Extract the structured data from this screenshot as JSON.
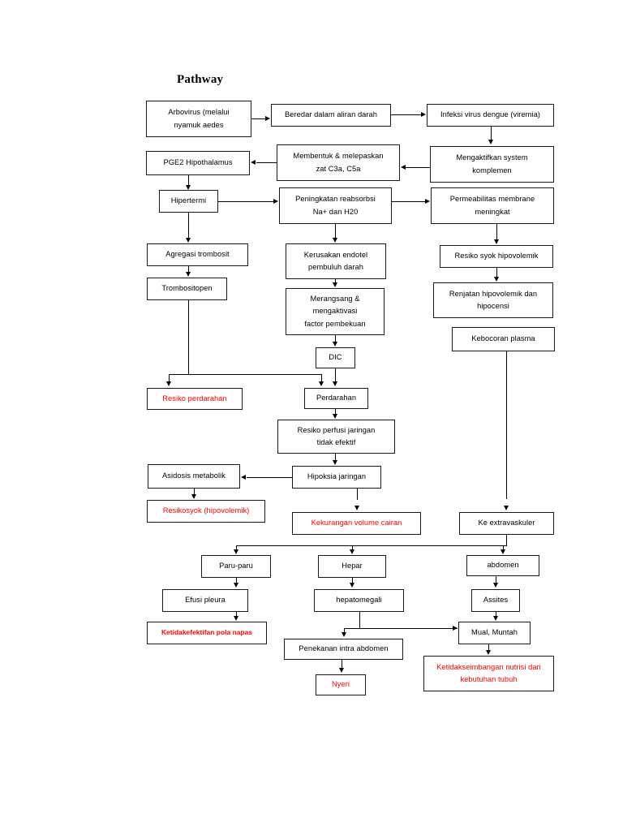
{
  "title": "Pathway",
  "colors": {
    "text": "#000000",
    "accent_red": "#FF0000",
    "border": "#1a1a1a",
    "background": "#ffffff"
  },
  "diagram": {
    "type": "flowchart",
    "orientation": "top-down",
    "nodes": [
      {
        "id": "arbovirus",
        "label": "Arbovirus (melalui\nnyamuk aedes",
        "color": "black"
      },
      {
        "id": "beredar",
        "label": "Beredar dalam aliran darah",
        "color": "black"
      },
      {
        "id": "infeksi",
        "label": "Infeksi virus dengue (viremia)",
        "color": "black"
      },
      {
        "id": "mengaktifkan",
        "label": "Mengaktifkan system\nkomplemen",
        "color": "black"
      },
      {
        "id": "membentuk",
        "label": "Membentuk & melepaskan\nzat C3a, C5a",
        "color": "black"
      },
      {
        "id": "pge2",
        "label": "PGE2 Hipothalamus",
        "color": "black"
      },
      {
        "id": "hipertermi",
        "label": "Hipertermi",
        "color": "black"
      },
      {
        "id": "peningkatan",
        "label": "Peningkatan reabsorbsi\nNa+ dan H20",
        "color": "black"
      },
      {
        "id": "permeabilitas",
        "label": "Permeabilitas membrane\nmeningkat",
        "color": "black"
      },
      {
        "id": "agregasi",
        "label": "Agregasi trombosit",
        "color": "black"
      },
      {
        "id": "kerusakan",
        "label": "Kerusakan endotel\npembuluh darah",
        "color": "black"
      },
      {
        "id": "resiko_syok",
        "label": "Resiko syok hipovolemik",
        "color": "black"
      },
      {
        "id": "trombositopen",
        "label": "Trombositopen",
        "color": "black"
      },
      {
        "id": "merangsang",
        "label": "Merangsang &\nmengaktivasi\nfactor pembekuan",
        "color": "black"
      },
      {
        "id": "renjatan",
        "label": "Renjatan hipovolemik dan\nhipocensi",
        "color": "black"
      },
      {
        "id": "kebocoran",
        "label": "Kebocoran plasma",
        "color": "black"
      },
      {
        "id": "dic",
        "label": "DIC",
        "color": "black"
      },
      {
        "id": "resiko_perd",
        "label": "Resiko perdarahan",
        "color": "red"
      },
      {
        "id": "perdarahan",
        "label": "Perdarahan",
        "color": "black"
      },
      {
        "id": "resiko_perfusi",
        "label": "Resiko perfusi jaringan\ntidak efektif",
        "color": "black"
      },
      {
        "id": "asidosis",
        "label": "Asidosis metabolik",
        "color": "black"
      },
      {
        "id": "hipoksia",
        "label": "Hipoksia jaringan",
        "color": "black"
      },
      {
        "id": "resikosyok_hip",
        "label": "Resikosyok (hipovolemik)",
        "color": "red"
      },
      {
        "id": "kekurangan",
        "label": "Kekurangan volume cairan",
        "color": "red"
      },
      {
        "id": "ke_extra",
        "label": "Ke extravaskuler",
        "color": "black"
      },
      {
        "id": "paru",
        "label": "Paru-paru",
        "color": "black"
      },
      {
        "id": "hepar",
        "label": "Hepar",
        "color": "black"
      },
      {
        "id": "abdomen",
        "label": "abdomen",
        "color": "black"
      },
      {
        "id": "efusi",
        "label": "Efusi pleura",
        "color": "black"
      },
      {
        "id": "hepatomegali",
        "label": "hepatomegali",
        "color": "black"
      },
      {
        "id": "assites",
        "label": "Assites",
        "color": "black"
      },
      {
        "id": "ketidakefektifan",
        "label": "Ketidakefektifan pola napas",
        "color": "red"
      },
      {
        "id": "mual",
        "label": "Mual, Muntah",
        "color": "black"
      },
      {
        "id": "penekanan",
        "label": "Penekanan intra abdomen",
        "color": "black"
      },
      {
        "id": "nyeri",
        "label": "Nyeri",
        "color": "red"
      },
      {
        "id": "ketidakseimbangan",
        "label": "Ketidakseimbangan nutrisi dari\nkebutuhan tubuh",
        "color": "red"
      }
    ],
    "edges": [
      {
        "from": "arbovirus",
        "to": "beredar"
      },
      {
        "from": "beredar",
        "to": "infeksi"
      },
      {
        "from": "infeksi",
        "to": "mengaktifkan"
      },
      {
        "from": "mengaktifkan",
        "to": "membentuk"
      },
      {
        "from": "membentuk",
        "to": "pge2"
      },
      {
        "from": "pge2",
        "to": "hipertermi"
      },
      {
        "from": "hipertermi",
        "to": "peningkatan"
      },
      {
        "from": "peningkatan",
        "to": "permeabilitas"
      },
      {
        "from": "hipertermi",
        "to": "agregasi"
      },
      {
        "from": "peningkatan",
        "to": "kerusakan"
      },
      {
        "from": "permeabilitas",
        "to": "resiko_syok"
      },
      {
        "from": "agregasi",
        "to": "trombositopen"
      },
      {
        "from": "kerusakan",
        "to": "merangsang"
      },
      {
        "from": "resiko_syok",
        "to": "renjatan"
      },
      {
        "from": "merangsang",
        "to": "dic"
      },
      {
        "from": "trombositopen",
        "to": "resiko_perd"
      },
      {
        "from": "trombositopen",
        "to": "perdarahan"
      },
      {
        "from": "dic",
        "to": "perdarahan"
      },
      {
        "from": "perdarahan",
        "to": "resiko_perfusi"
      },
      {
        "from": "resiko_perfusi",
        "to": "hipoksia"
      },
      {
        "from": "hipoksia",
        "to": "asidosis"
      },
      {
        "from": "asidosis",
        "to": "resikosyok_hip"
      },
      {
        "from": "hipoksia",
        "to": "kekurangan"
      },
      {
        "from": "kebocoran",
        "to": "ke_extra"
      },
      {
        "from": "ke_extra",
        "to": "paru"
      },
      {
        "from": "ke_extra",
        "to": "hepar"
      },
      {
        "from": "ke_extra",
        "to": "abdomen"
      },
      {
        "from": "paru",
        "to": "efusi"
      },
      {
        "from": "hepar",
        "to": "hepatomegali"
      },
      {
        "from": "abdomen",
        "to": "assites"
      },
      {
        "from": "efusi",
        "to": "ketidakefektifan"
      },
      {
        "from": "assites",
        "to": "mual"
      },
      {
        "from": "hepatomegali",
        "to": "penekanan"
      },
      {
        "from": "hepatomegali",
        "to": "mual"
      },
      {
        "from": "penekanan",
        "to": "nyeri"
      },
      {
        "from": "mual",
        "to": "ketidakseimbangan"
      }
    ]
  }
}
